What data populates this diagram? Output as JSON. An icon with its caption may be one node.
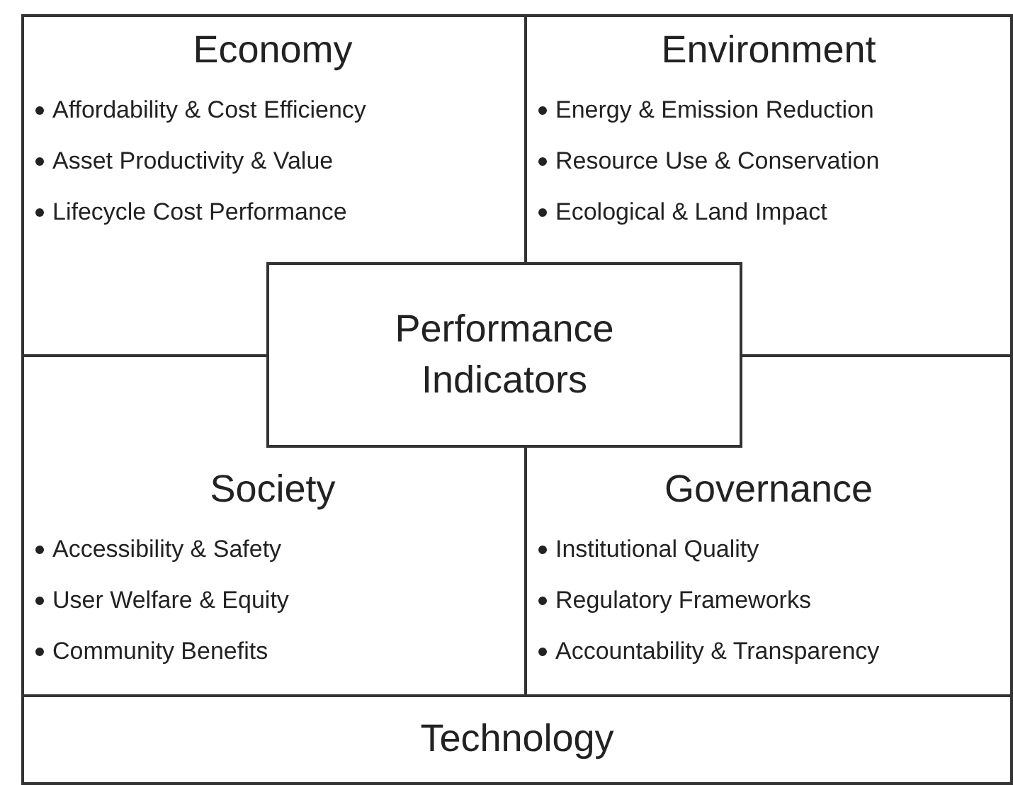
{
  "diagram": {
    "nodes": [
      {
        "text": [
          "Economy",
          "Affordability & Cost Efficiency",
          "Asset Productivity & Value",
          "Lifecycle Cost Performance"
        ]
      },
      {
        "text": [
          "Environment",
          "Energy & Emission Reduction",
          "Resource Use & Conservation",
          "Ecological & Land Impact"
        ]
      },
      {
        "text": [
          "Performance Indicators"
        ]
      },
      {
        "text": [
          "Society",
          "Accessibility & Safety",
          "User Welfare & Equity",
          "Community Benefits"
        ]
      },
      {
        "text": [
          "Governance",
          "Institutional Quality",
          "Regulatory Frameworks",
          "Accountability & Transparency"
        ]
      },
      {
        "text": [
          "Technology"
        ]
      }
    ]
  }
}
